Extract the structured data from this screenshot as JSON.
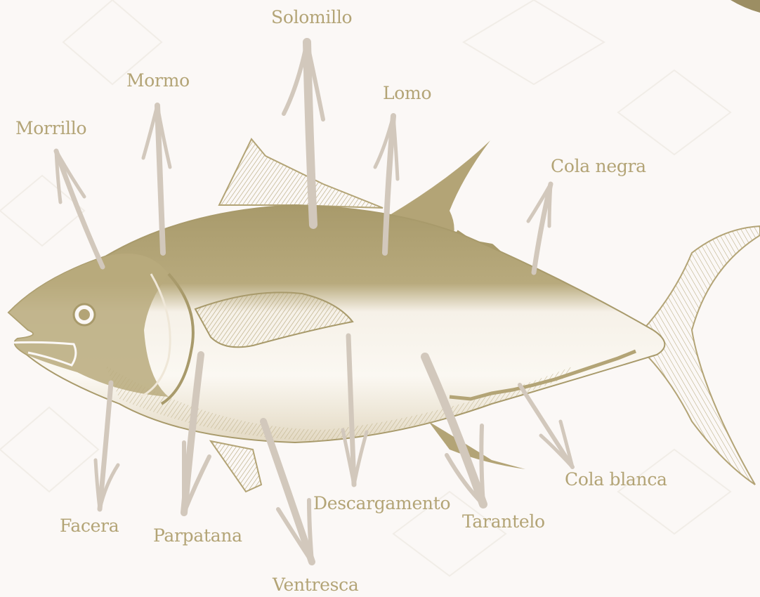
{
  "colors": {
    "background": "#fbf8f6",
    "fish": "#b3a476",
    "fish_dark": "#9c8e63",
    "arrows": "#d2c8bc",
    "labels": "#b3a476"
  },
  "labels": {
    "solomillo": "Solomillo",
    "mormo": "Mormo",
    "lomo": "Lomo",
    "morrillo": "Morrillo",
    "cola_negra": "Cola negra",
    "facera": "Facera",
    "parpatana": "Parpatana",
    "descargamento": "Descargamento",
    "tarantelo": "Tarantelo",
    "cola_blanca": "Cola blanca",
    "ventresca": "Ventresca"
  }
}
